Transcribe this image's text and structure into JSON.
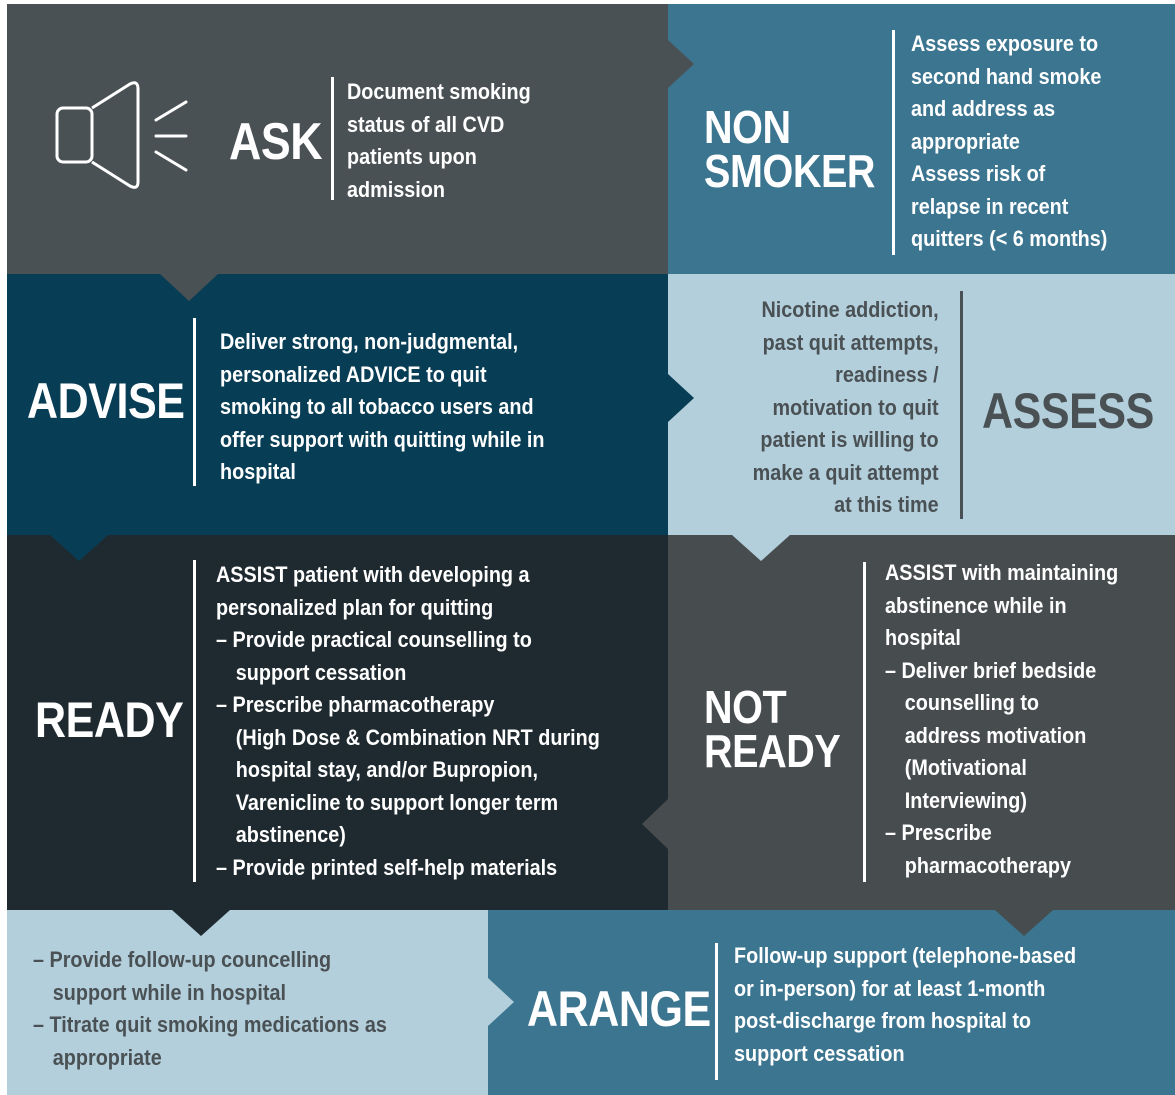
{
  "colors": {
    "dark_grey": "#4a5154",
    "teal": "#3b7590",
    "navy": "#083e55",
    "light_blue": "#b4cfdc",
    "charcoal": "#1f2a30",
    "mid_grey": "#474c4f",
    "white": "#ffffff",
    "grey_text": "#4a5154"
  },
  "ask": {
    "icon": "megaphone-icon",
    "label": "ASK",
    "lines": [
      "Document smoking",
      "status of all CVD",
      "patients upon",
      "admission"
    ]
  },
  "non_smoker": {
    "label_lines": [
      "NON",
      "SMOKER"
    ],
    "lines": [
      "Assess exposure to",
      "second hand smoke",
      "and address as",
      "appropriate",
      "Assess risk of",
      "relapse in recent",
      "quitters (< 6 months)"
    ]
  },
  "advise": {
    "label": "ADVISE",
    "lines": [
      "Deliver strong, non-judgmental,",
      "personalized ADVICE to quit",
      "smoking to all tobacco users and",
      "offer support with quitting while in",
      "hospital"
    ]
  },
  "assess": {
    "label": "ASSESS",
    "lines": [
      "Nicotine addiction,",
      "past quit attempts,",
      "readiness /",
      "motivation to quit",
      "patient is willing to",
      "make a quit attempt",
      "at this time"
    ]
  },
  "ready": {
    "label": "READY",
    "lines": [
      "ASSIST patient with developing a",
      "personalized plan for quitting",
      "– Provide practical counselling to",
      "support cessation",
      "– Prescribe pharmacotherapy",
      "(High Dose & Combination NRT during",
      "hospital stay, and/or Bupropion,",
      "Varenicline to support longer term",
      "abstinence)",
      "– Provide printed self-help materials"
    ]
  },
  "not_ready": {
    "label_lines": [
      "NOT",
      "READY"
    ],
    "lines": [
      "ASSIST with maintaining",
      "abstinence while in",
      "hospital",
      "– Deliver brief bedside",
      "counselling to",
      "address motivation",
      "(Motivational",
      "Interviewing)",
      "– Prescribe",
      "pharmacotherapy"
    ]
  },
  "followup": {
    "lines": [
      "– Provide follow-up councelling",
      "support while in hospital",
      "– Titrate quit smoking medications as",
      "appropriate"
    ]
  },
  "arrange": {
    "label": "ARANGE",
    "lines": [
      "Follow-up support (telephone-based",
      "or in-person) for at least 1-month",
      "post-discharge from hospital to",
      "support cessation"
    ]
  }
}
